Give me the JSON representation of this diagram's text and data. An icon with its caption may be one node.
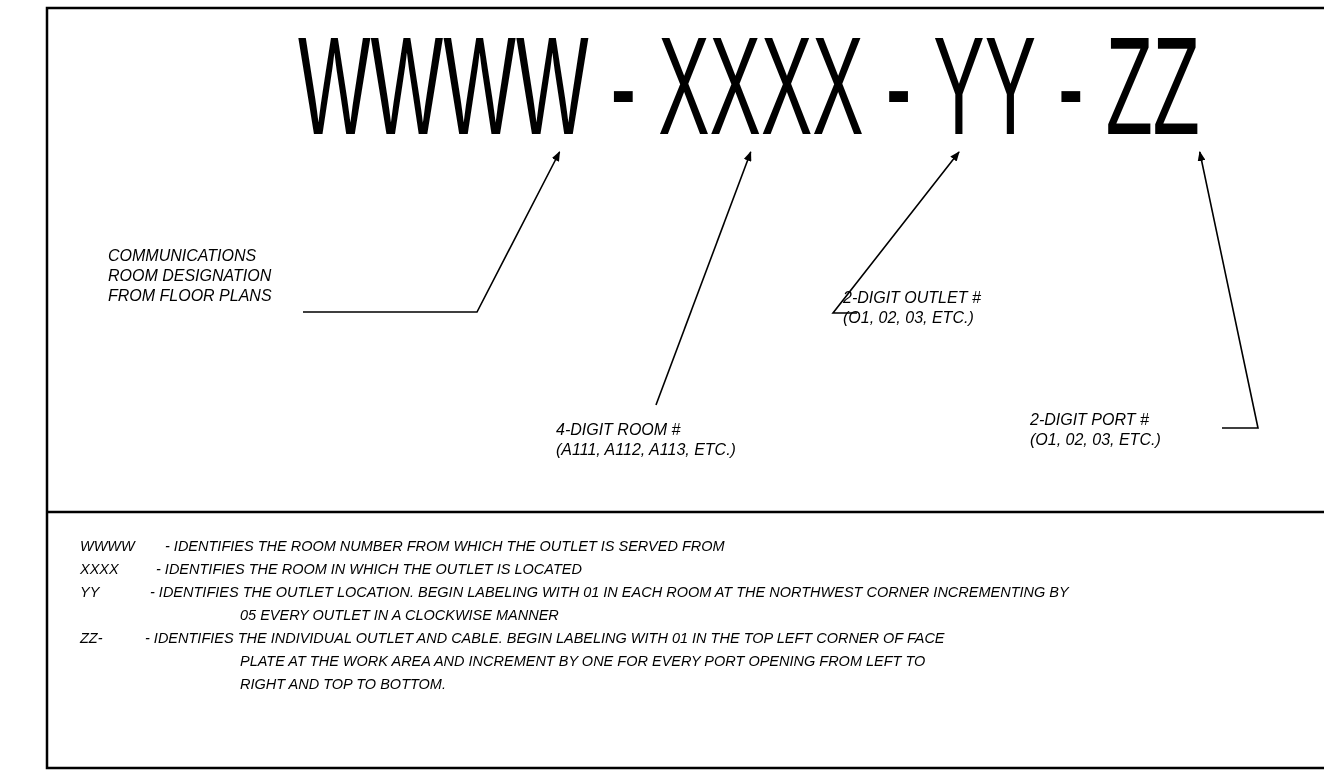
{
  "diagram": {
    "nodes": [
      {
        "text": [
          "WWWW"
        ]
      },
      {
        "text": [
          "XXXX"
        ]
      },
      {
        "text": [
          "YY"
        ]
      },
      {
        "text": [
          "ZZ"
        ]
      },
      {
        "text": [
          "COMMUNICATIONS ROOM DESIGNATION FROM FLOOR PLANS"
        ]
      },
      {
        "text": [
          "4-DIGIT ROOM #",
          "(A111, A112, A113, ETC.)"
        ]
      },
      {
        "text": [
          "2-DIGIT OUTLET #",
          "(O1, 02, 03, ETC.)"
        ]
      },
      {
        "text": [
          "2-DIGIT PORT #",
          "(O1, 02, 03, ETC.)"
        ]
      }
    ],
    "edges": [
      {
        "from": 4,
        "to": 0,
        "arrow": "to"
      },
      {
        "from": 5,
        "to": 1,
        "arrow": "to"
      },
      {
        "from": 6,
        "to": 2,
        "arrow": "to"
      },
      {
        "from": 7,
        "to": 3,
        "arrow": "to"
      }
    ],
    "labels": [
      "-",
      "-",
      "-",
      "WWWW",
      "- IDENTIFIES THE ROOM NUMBER FROM WHICH THE OUTLET IS SERVED FROM",
      "XXXX",
      "- IDENTIFIES THE ROOM IN WHICH THE OUTLET IS LOCATED",
      "YY",
      "- IDENTIFIES THE OUTLET LOCATION. BEGIN LABELING WITH 01 IN EACH ROOM AT THE NORTHWEST CORNER INCREMENTING BY 05 EVERY OUTLET IN A CLOCKWISE MANNER",
      "ZZ-",
      "- IDENTIFIES THE INDIVIDUAL OUTLET AND CABLE. BEGIN LABELING WITH 01 IN THE TOP LEFT CORNER OF FACE PLATE AT THE WORK AREA AND INCREMENT BY ONE FOR EVERY PORT OPENING FROM LEFT TO RIGHT AND TOP TO BOTTOM."
    ]
  }
}
